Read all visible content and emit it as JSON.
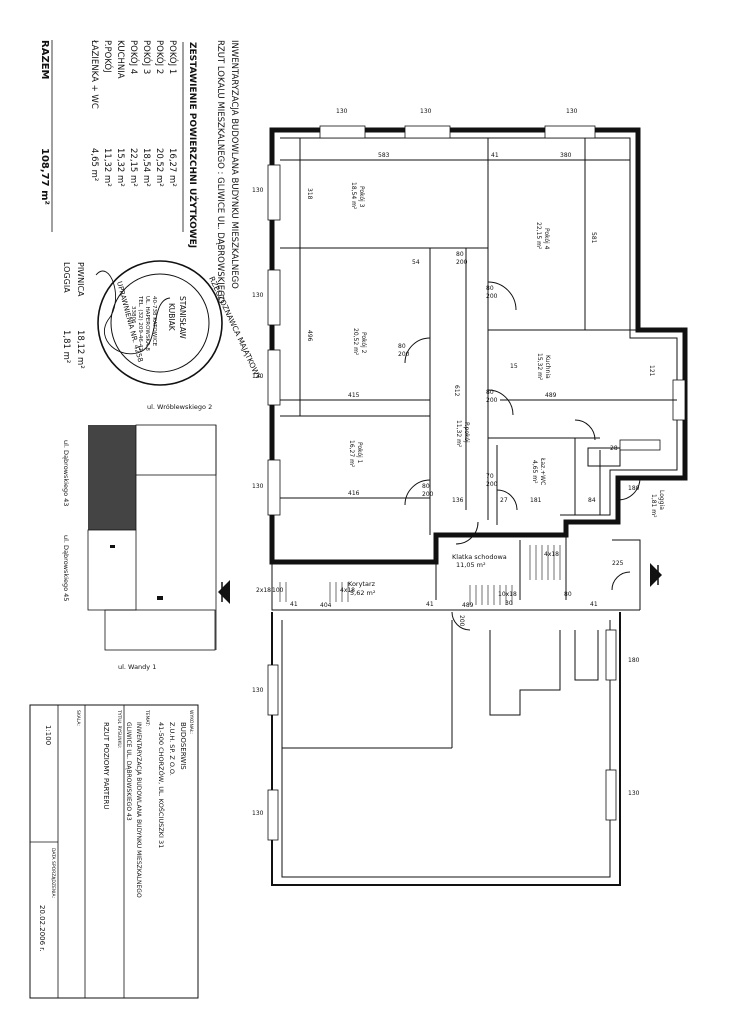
{
  "header": {
    "line1": "INWENTARYZACJA BUDOWLANA BUDYNKU MIESZKALNEGO",
    "line2": "RZUT LOKALU MIESZKALNEGO : GLIWICE UL. DĄBROWSKIEGO"
  },
  "areas": {
    "title": "ZESTAWIENIE POWIERZCHNI UŻYTKOWEJ",
    "rows": [
      {
        "name": "POKÓJ 1",
        "value": "16,27 m²"
      },
      {
        "name": "POKÓJ 2",
        "value": "20,52 m²"
      },
      {
        "name": "POKÓJ 3",
        "value": "18,54 m²"
      },
      {
        "name": "POKÓJ 4",
        "value": "22,15 m²"
      },
      {
        "name": "KUCHNIA",
        "value": "15,32 m²"
      },
      {
        "name": "P.POKÓJ",
        "value": "11,32 m²"
      },
      {
        "name": "ŁAZIENKA + WC",
        "value": "4,65 m²"
      }
    ],
    "total_label": "RAZEM",
    "total_value": "108,77 m²",
    "extra": [
      {
        "name": "PIWNICA",
        "value": "18,12 m²"
      },
      {
        "name": "LOGGIA",
        "value": "1,81 m²"
      }
    ]
  },
  "stamp": {
    "outer": "RZECZOZNAWCA MAJĄTKOWY",
    "name1": "STANISŁAW",
    "name2": "KUBIAK",
    "addr1": "40-738 KATOWICE",
    "addr2": "UL. HAPEROWSKA 8",
    "addr3": "TEL. (32) 209-46-42",
    "addr4": "33806",
    "bottom": "UPRAWNIENIA NR. 4258"
  },
  "location": {
    "street_top": "ul. Wróblewskiego 2",
    "street_left": "ul. Dąbrowskiego 43",
    "street_right": "ul. Dąbrowskiego 45",
    "street_bottom": "ul. Wandy 1"
  },
  "rooms": {
    "pokoj4": {
      "name": "Pokój 4",
      "area": "22,15 m²"
    },
    "pokoj3": {
      "name": "Pokój 3",
      "area": "18,54 m²"
    },
    "pokoj2": {
      "name": "Pokój 2",
      "area": "20,52 m²"
    },
    "pokoj1": {
      "name": "Pokój 1",
      "area": "16,27 m²"
    },
    "kuchnia": {
      "name": "Kuchnia",
      "area": "15,32 m²"
    },
    "ppokoj": {
      "name": "P.pokój",
      "area": "11,32 m²"
    },
    "lazienka": {
      "name": "Łaz.+WC",
      "area": "4,65 m²"
    },
    "loggia": {
      "name": "Loggia",
      "area": "1,81 m²"
    },
    "klatka": {
      "name": "Klatka schodowa",
      "area": "11,05 m²"
    },
    "korytarz": {
      "name": "Korytarz",
      "area": "5,62 m²"
    }
  },
  "dims": {
    "d583": "583",
    "d380": "380",
    "d41": "41",
    "d318": "318",
    "d496": "496",
    "d415": "415",
    "d416": "416",
    "d489": "489",
    "d581": "581",
    "d612": "612",
    "d404": "404",
    "d136": "136",
    "d181": "181",
    "d84": "84",
    "d121": "121",
    "d130": "130",
    "d180": "180",
    "d200": "200",
    "d80": "80",
    "d70": "70",
    "d28": "28",
    "d225": "225",
    "d100": "100",
    "d2x18": "2x18",
    "d4x18": "4x18",
    "d10x18": "10x18",
    "d30": "30",
    "d27": "27",
    "d15": "15",
    "d54": "54"
  },
  "titleblock": {
    "wykonal_label": "WYKONAŁ:",
    "firm": "BUDOSERWIS",
    "firm2": "Z.U.H. SP. Z O.O.",
    "firm3": "41-500 CHORZÓW, UL. KOŚCIUSZKI 31",
    "temat_label": "TEMAT:",
    "temat1": "INWENTARYZACJA BUDOWLANA BUDYNKU MIESZKALNEGO",
    "temat2": "GLIWICE UL. DĄBROWSKIEGO 43",
    "tytul_label": "TYTUŁ RYSUNKU:",
    "tytul": "RZUT POZIOMY PARTERU",
    "skala_label": "SKALA:",
    "skala": "1:100",
    "data_label": "DATA SPORZĄDZENIA:",
    "data": "20.02.2006 r."
  }
}
